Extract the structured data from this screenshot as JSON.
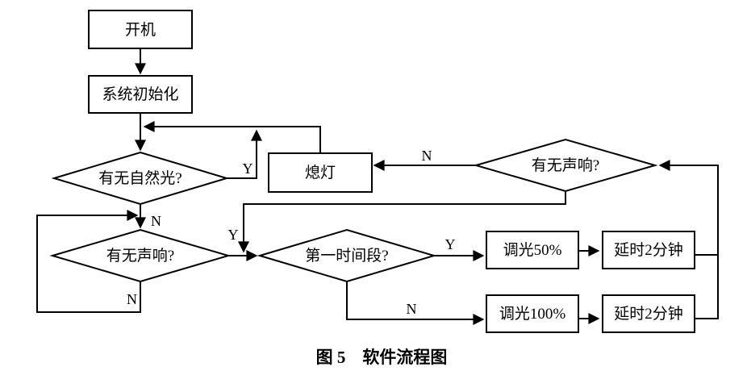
{
  "figure": {
    "caption": "图 5　软件流程图"
  },
  "nodes": {
    "start": {
      "label": "开机"
    },
    "init": {
      "label": "系统初始化"
    },
    "natural_light": {
      "label": "有无自然光?"
    },
    "lights_off": {
      "label": "熄灯"
    },
    "sound_left": {
      "label": "有无声响?"
    },
    "sound_right": {
      "label": "有无声响?"
    },
    "first_period": {
      "label": "第一时间段?"
    },
    "dim50": {
      "label": "调光50%"
    },
    "delay_top": {
      "label": "延时2分钟"
    },
    "dim100": {
      "label": "调光100%"
    },
    "delay_bottom": {
      "label": "延时2分钟"
    }
  },
  "edge_labels": {
    "natural_light_yes": "Y",
    "natural_light_no": "N",
    "sound_left_no": "N",
    "sound_merge_yes": "Y",
    "sound_right_no": "N",
    "first_period_yes": "Y",
    "first_period_no": "N"
  },
  "colors": {
    "line": "#000000",
    "background": "#ffffff"
  }
}
